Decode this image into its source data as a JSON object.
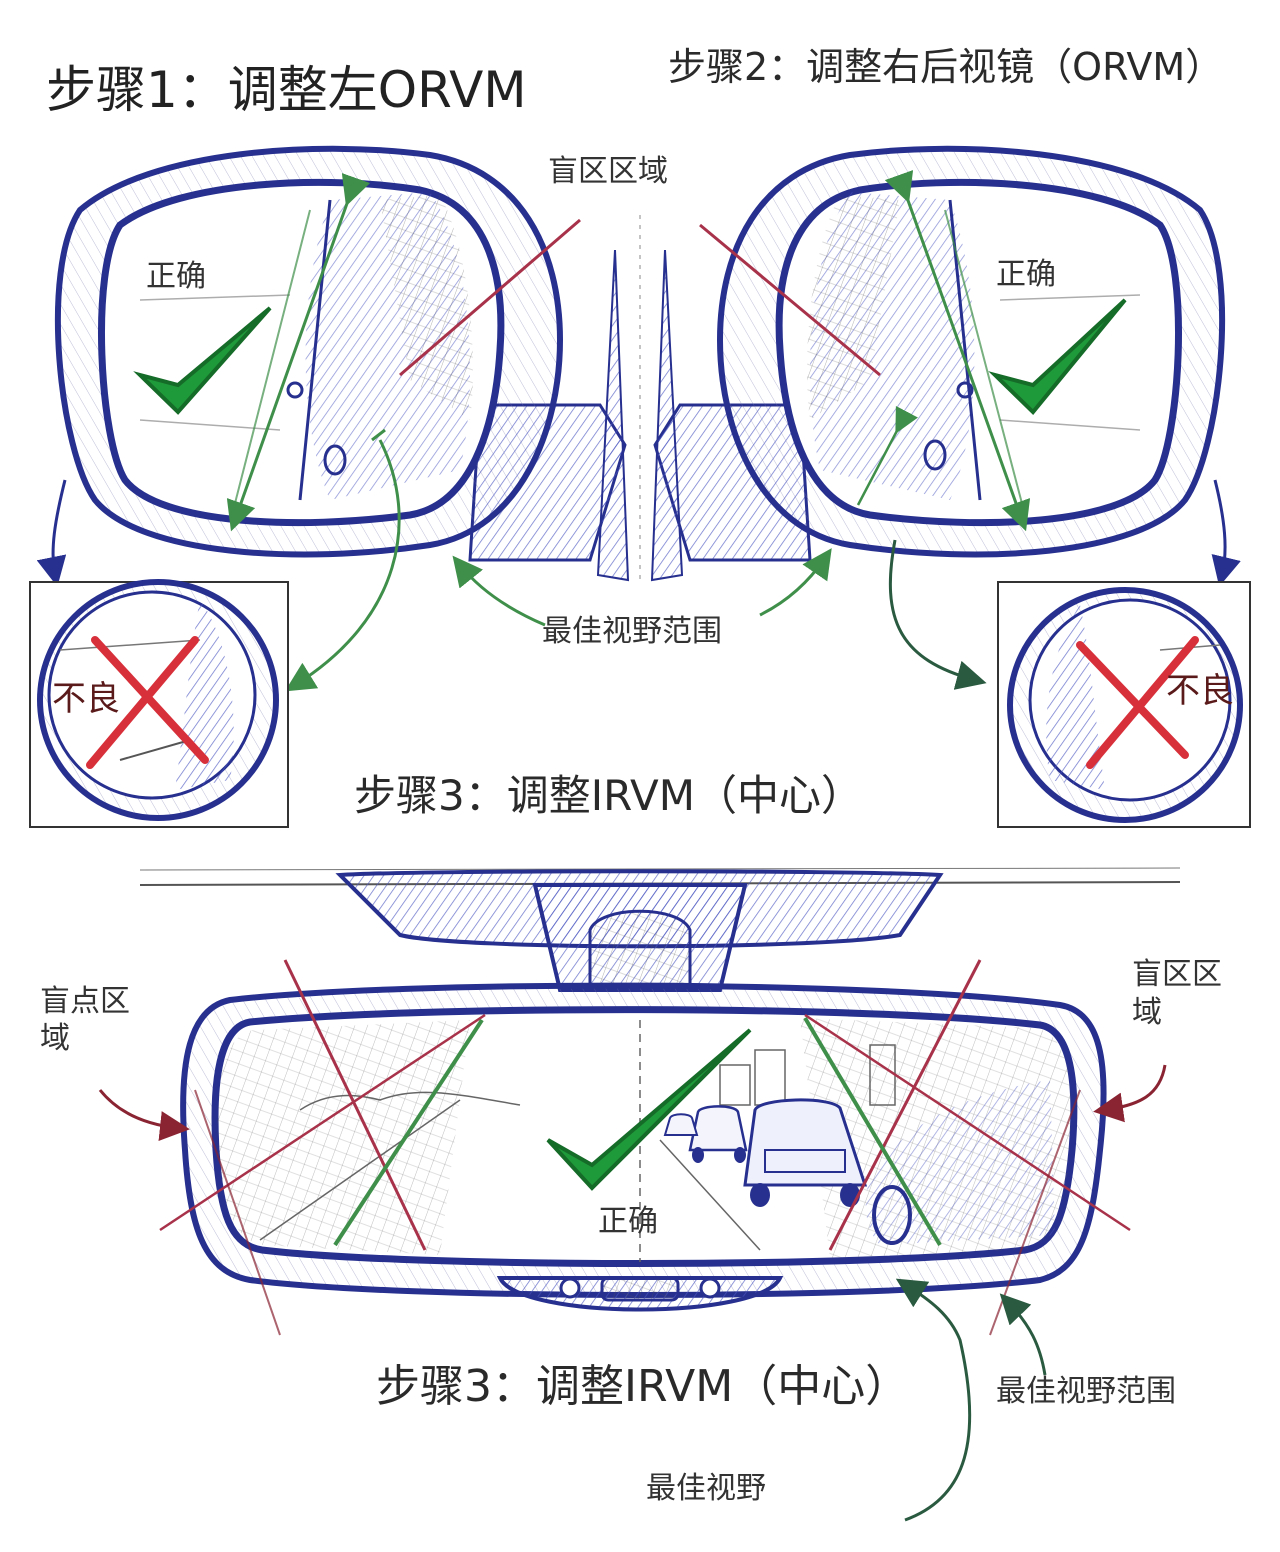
{
  "titles": {
    "step1": "步骤1：调整左ORVM",
    "step2": "步骤2：调整右后视镜（ORVM）",
    "step3_top": "步骤3：调整IRVM（中心）",
    "step3_bottom": "步骤3：调整IRVM（中心）"
  },
  "labels": {
    "blind_zone_top": "盲区区域",
    "correct_left": "正确",
    "correct_right": "正确",
    "correct_center": "正确",
    "bad_left": "不良",
    "bad_right": "不良",
    "best_view_range_top": "最佳视野范围",
    "blind_point_left_line1": "盲点区",
    "blind_point_left_line2": "域",
    "blind_zone_right_line1": "盲区区",
    "blind_zone_right_line2": "域",
    "best_view_range_bottom": "最佳视野范围",
    "best_view": "最佳视野"
  },
  "colors": {
    "mirror_frame": "#27308f",
    "mirror_shade": "#4a55c0",
    "view_line": "#3f8f4a",
    "blind_line": "#a8324a",
    "check": "#1f9a3a",
    "cross": "#d8303a",
    "pencil": "#555555"
  }
}
